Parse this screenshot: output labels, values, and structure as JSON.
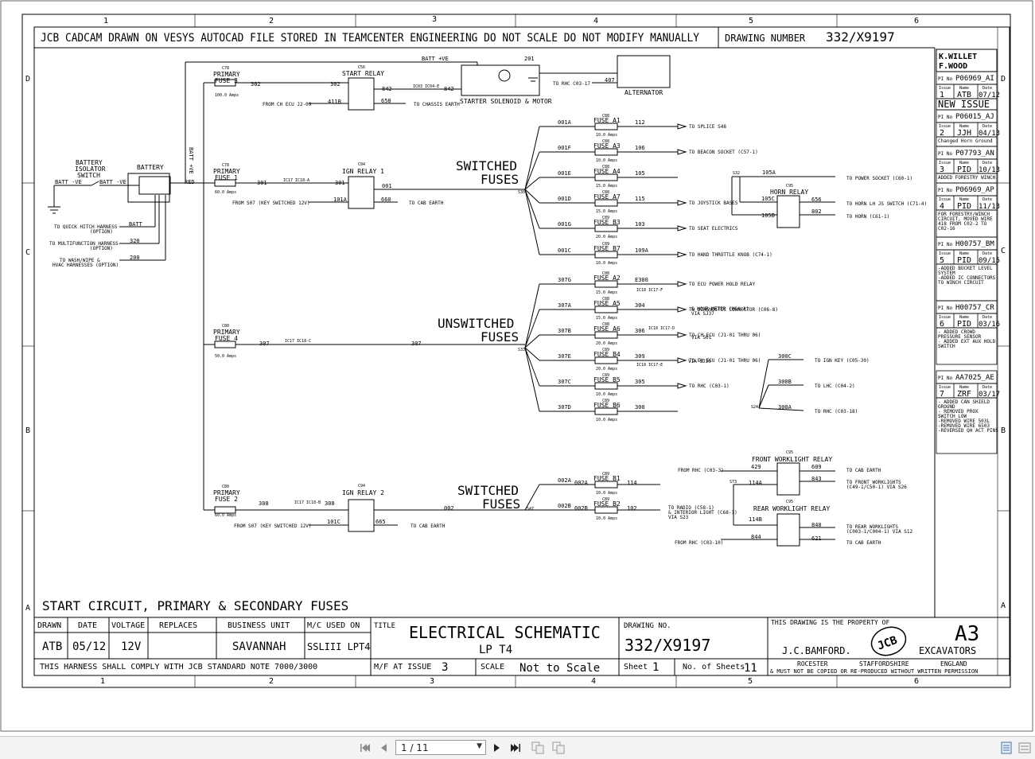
{
  "header": {
    "notice": "JCB CADCAM DRAWN ON VESYS  AUTOCAD FILE STORED IN TEAMCENTER ENGINEERING DO NOT SCALE  DO NOT MODIFY MANUALLY",
    "drawing_number_label": "DRAWING NUMBER",
    "drawing_number": "332/X9197"
  },
  "grid": {
    "columns": [
      "1",
      "2",
      "3",
      "4",
      "5",
      "6"
    ],
    "rows": [
      "D",
      "C",
      "B",
      "A"
    ]
  },
  "sheet_title": "START CIRCUIT, PRIMARY & SECONDARY FUSES",
  "components": {
    "battery": "BATTERY",
    "isolator": [
      "BATTERY",
      "ISOLATOR",
      "SWITCH"
    ],
    "batt_neg": "BATT -VE",
    "batt_neg2": "BATT -VE",
    "batt_pos_vert": "BATT +VE",
    "batt_pos_top": "BATT +VE",
    "red": "RED",
    "pf3": [
      "PRIMARY",
      "FUSE  3"
    ],
    "pf3_rating": "100.0 Amps",
    "pf3_ref": "C78",
    "pf1": [
      "PRIMARY",
      "FUSE  1"
    ],
    "pf1_rating": "60.0 Amps",
    "pf1_ref": "C78",
    "pf4": [
      "PRIMARY",
      "FUSE  4"
    ],
    "pf4_rating": "50.0 Amps",
    "pf4_ref": "C80",
    "pf2": [
      "PRIMARY",
      "FUSE  2"
    ],
    "pf2_rating": "60.0 Amps",
    "pf2_ref": "C80",
    "start_relay": "START RELAY",
    "start_relay_ref": "C56",
    "ign1": "IGN RELAY  1",
    "ign1_ref": "C94",
    "ign2": "IGN RELAY  2",
    "ign2_ref": "C94",
    "starter": "STARTER SOLENOID & MOTOR",
    "alternator": "ALTERNATOR",
    "horn_relay": "HORN RELAY",
    "horn_ref": "C95",
    "front_relay": "FRONT WORKLIGHT RELAY",
    "front_ref": "C95",
    "rear_relay": "REAR WORKLIGHT RELAY",
    "rear_ref": "C95",
    "sw1": [
      "SWITCHED",
      "FUSES"
    ],
    "unsw": [
      "UNSWITCHED",
      "FUSES"
    ],
    "sw2": [
      "SWITCHED",
      "FUSES"
    ]
  },
  "wires": {
    "w302a": "302",
    "w302b": "302",
    "w842a": "842",
    "w842b": "842",
    "w411b": "411B",
    "w658": "658",
    "w201": "201",
    "w407": "407",
    "w301a": "301",
    "w301b": "301",
    "w001": "001",
    "w101a": "101A",
    "w660": "660",
    "w307a": "307",
    "w307b": "307",
    "w308a": "308",
    "w308b": "308",
    "w002": "002",
    "w101c": "101C",
    "w665": "665",
    "wbatt": "BATT",
    "w320": "320",
    "w200": "200",
    "s30": "S30",
    "s32": "S32",
    "s33": "S33",
    "s24": "S24",
    "s47": "S47",
    "s73": "S73",
    "w105a": "105A",
    "w105c": "105C",
    "w105b": "105B",
    "w656": "656",
    "w802": "802",
    "w300c": "300C",
    "w300b": "300B",
    "w300a": "300A",
    "w429": "429",
    "w609": "609",
    "w843": "843",
    "w114a": "114A",
    "w114b": "114B",
    "w840": "840",
    "w621": "621",
    "w844": "844",
    "w002a": "002A",
    "w002b": "002B",
    "w114": "114",
    "w102": "102",
    "ic17a": "IC17 IC18-A",
    "ic17b": "IC17 IC18-A",
    "ic17c": "IC17 IC18-C",
    "ic17d": "IC17 IC18-B",
    "ic03": "IC03 IC04-E",
    "ic18f": "IC18 IC17-F",
    "ic18d": "IC18 IC17-D",
    "ic18e": "IC18 IC17-E"
  },
  "switched_fuses": [
    {
      "in": "001A",
      "name": "FUSE  A1",
      "ref": "C88",
      "rating": "10.0 Amps",
      "out": "112",
      "dest": "TO SPLICE S48"
    },
    {
      "in": "001F",
      "name": "FUSE  A3",
      "ref": "C88",
      "rating": "10.0 Amps",
      "out": "106",
      "dest": "TO BEACON SOCKET (C57-1)"
    },
    {
      "in": "001E",
      "name": "FUSE  A4",
      "ref": "C88",
      "rating": "15.0 Amps",
      "out": "105",
      "dest": ""
    },
    {
      "in": "001D",
      "name": "FUSE  A7",
      "ref": "C88",
      "rating": "15.0 Amps",
      "out": "115",
      "dest": "TO JOYSTICK BASES"
    },
    {
      "in": "001G",
      "name": "FUSE  B3",
      "ref": "C89",
      "rating": "20.0 Amps",
      "out": "103",
      "dest": "TO SEAT ELECTRICS"
    },
    {
      "in": "001C",
      "name": "FUSE  B7",
      "ref": "C89",
      "rating": "10.0 Amps",
      "out": "109A",
      "dest": "TO HAND THROTTLE KNOB (C74-1)"
    }
  ],
  "unswitched_fuses": [
    {
      "in": "307G",
      "name": "FUSE  A2",
      "ref": "C88",
      "rating": "15.0 Amps",
      "out": "E300",
      "dest": "TO ECU POWER HOLD RELAY"
    },
    {
      "in": "307A",
      "name": "FUSE  A5",
      "ref": "C88",
      "rating": "15.0 Amps",
      "out": "304",
      "dest": "TO DIAGNOSTIC CONNECTOR (C06-8)"
    },
    {
      "in": "307B",
      "name": "FUSE  A6",
      "ref": "C88",
      "rating": "20.0 Amps",
      "out": "306",
      "dest": "TO CH ECU (J1-01 THRU 06)"
    },
    {
      "in": "307E",
      "name": "FUSE  B4",
      "ref": "C89",
      "rating": "20.0 Amps",
      "out": "309",
      "dest": "TO EH ECU (J1-01 THRU 06)"
    },
    {
      "in": "307C",
      "name": "FUSE  B5",
      "ref": "C89",
      "rating": "10.0 Amps",
      "out": "305",
      "dest": "TO RHC (C03-1)"
    },
    {
      "in": "307D",
      "name": "FUSE  B6",
      "ref": "C89",
      "rating": "10.0 Amps",
      "out": "300",
      "dest": ""
    }
  ],
  "switched2_fuses": [
    {
      "in": "002A",
      "name": "FUSE  B1",
      "ref": "C89",
      "rating": "10.0 Amps"
    },
    {
      "in": "002B",
      "name": "FUSE  B2",
      "ref": "C89",
      "rating": "10.0 Amps"
    }
  ],
  "destinations": {
    "from_ch_ecu": "FROM CH ECU J2-09",
    "to_chassis": "TO CHASSIS EARTH",
    "to_rhc_c03": "TO RHC C03-17",
    "from_s07a": "FROM S07 (KEY SWITCHED 12V)",
    "from_s07b": "FROM S07 (KEY SWITCHED 12V)",
    "to_cab_earth1": "TO CAB EARTH",
    "to_cab_earth2": "TO CAB EARTH",
    "to_cab_earth3": "TO CAB EARTH",
    "to_cab_earth4": "TO CAB EARTH",
    "quick_hitch": [
      "TO QUICK HITCH HARNESS",
      "(OPTION)"
    ],
    "multifunction": [
      "TO MULTIFUNCTION HARNESS",
      "(OPTION)"
    ],
    "wash_wipe": [
      "TO WASH/WIPE &",
      "HVAC HARNESSES (OPTION)"
    ],
    "power_socket": "TO POWER SOCKET (C60-1)",
    "horn_lh": "TO HORN LH JS SWITCH (C71-4)",
    "horn": "TO HORN (C61-1)",
    "hour_meter": "& HOUR METER (HC4-A)",
    "via_sj37": "VIA SJ37",
    "via_s01": "VIA S01",
    "via_sj30": "VIA SJ30",
    "ign_key": "TO IGN KEY (C05-30)",
    "lhc": "TO LHC (C04-2)",
    "rhc_18": "TO RHC (C03-18)",
    "from_rhc_3": "FROM RHC (C03-3)",
    "front_worklights": [
      "TO FRONT WORKLIGHTS",
      "(C49-1/C50-1) VIA S26"
    ],
    "radio": [
      "TO RADIO (C58-1)",
      "& INTERIOR LIGHT (C68-1)",
      "VIA S23"
    ],
    "rear_worklights": [
      "TO REAR WORKLIGHTS",
      "(C003-1/C004-1) VIA S12"
    ],
    "from_rhc_10": "FROM RHC (C03-10)"
  },
  "revisions": {
    "name1": "K.WILLET",
    "name2": "F.WOOD",
    "col_issue": "Issue",
    "col_name": "Name",
    "col_date": "Date",
    "pi_label": "PI No",
    "blocks": [
      {
        "pi": "P06969_AI",
        "issue": "1",
        "name": "ATB",
        "date": "07/12",
        "notes": [
          "NEW ISSUE"
        ]
      },
      {
        "pi": "P06015_AJ",
        "issue": "2",
        "name": "JJH",
        "date": "04/13",
        "notes": [
          "Changed Horn Ground"
        ]
      },
      {
        "pi": "P07793_AN",
        "issue": "3",
        "name": "PID",
        "date": "10/13",
        "notes": [
          "ADDED FORESTRY WINCH"
        ]
      },
      {
        "pi": "P06969_AP",
        "issue": "4",
        "name": "PID",
        "date": "11/13",
        "notes": [
          "FOR FORESTRY/WINCH",
          "CIRCUIT, MOVED WIRE",
          "418 FROM C02-2 TO",
          "C02-16"
        ]
      },
      {
        "pi": "H00757_BM",
        "issue": "5",
        "name": "PID",
        "date": "09/15",
        "notes": [
          "-ADDED BUCKET LEVEL",
          "SYSTEM",
          "-ADDED IC CONNECTORS",
          "TO WINCH CIRCUIT"
        ]
      },
      {
        "pi": "H00757_CR",
        "issue": "6",
        "name": "PID",
        "date": "03/16",
        "notes": [
          "- ADDED CROWD",
          "PRESSURE SENSOR",
          "- ADDED EXT AUX HOLD",
          "SWITCH"
        ]
      },
      {
        "pi": "AA7025_AE",
        "issue": "7",
        "name": "ZRF",
        "date": "03/17",
        "notes": [
          "- ADDED CAN SHIELD",
          "GROUND",
          "- REMOVED PROX",
          "SWITCH LOW",
          "-REMOVED WIRE 503L",
          "-REMOVED WIRE 6503",
          "-REVERSED QH ACT PINS"
        ]
      }
    ]
  },
  "title_block": {
    "drawn_label": "DRAWN",
    "drawn": "ATB",
    "date_label": "DATE",
    "date": "05/12",
    "voltage_label": "VOLTAGE",
    "voltage": "12V",
    "replaces_label": "REPLACES",
    "bu_label": "BUSINESS UNIT",
    "bu": "SAVANNAH",
    "mc_label": "M/C USED ON",
    "mc": "SSLIII LPT4",
    "title_label": "TITLE",
    "title1": "ELECTRICAL SCHEMATIC",
    "title2": "LP T4",
    "dwg_label": "DRAWING NO.",
    "dwg": "332/X9197",
    "property": "THIS DRAWING IS THE PROPERTY OF",
    "company": "J.C.BAMFORD.",
    "logo": "JCB",
    "size": "A3",
    "division": "EXCAVATORS",
    "loc1": "ROCESTER",
    "loc2": "STAFFORDSHIRE",
    "loc3": "ENGLAND",
    "copy": "& MUST NOT BE COPIED OR RE-PRODUCED WITHOUT WRITTEN PERMISSION",
    "comply": "THIS HARNESS SHALL COMPLY WITH JCB STANDARD NOTE 7000/3000",
    "mf_label": "M/F AT ISSUE",
    "mf": "3",
    "scale_label": "SCALE",
    "scale": "Not to Scale",
    "sheet_label": "Sheet",
    "sheet": "1",
    "sheets_label": "No. of Sheets",
    "sheets": "11"
  },
  "toolbar": {
    "page_indicator": "1 / 11"
  }
}
